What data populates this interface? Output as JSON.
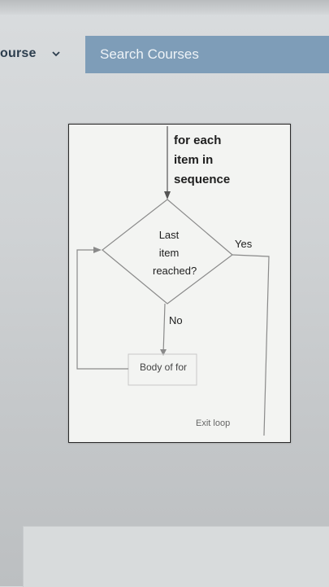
{
  "header": {
    "course_label": "ourse",
    "search_placeholder": "Search Courses"
  },
  "flowchart": {
    "entry_label_lines": [
      "for each",
      "item in",
      "sequence"
    ],
    "decision_label_lines": [
      "Last",
      "item",
      "reached?"
    ],
    "yes_label": "Yes",
    "no_label": "No",
    "body_label": "Body of for",
    "exit_label": "Exit loop"
  },
  "colors": {
    "search_bar": "#7e9db8",
    "course_text": "#2c3e4e"
  },
  "icons": {
    "course_dropdown": "chevron-down-icon"
  }
}
